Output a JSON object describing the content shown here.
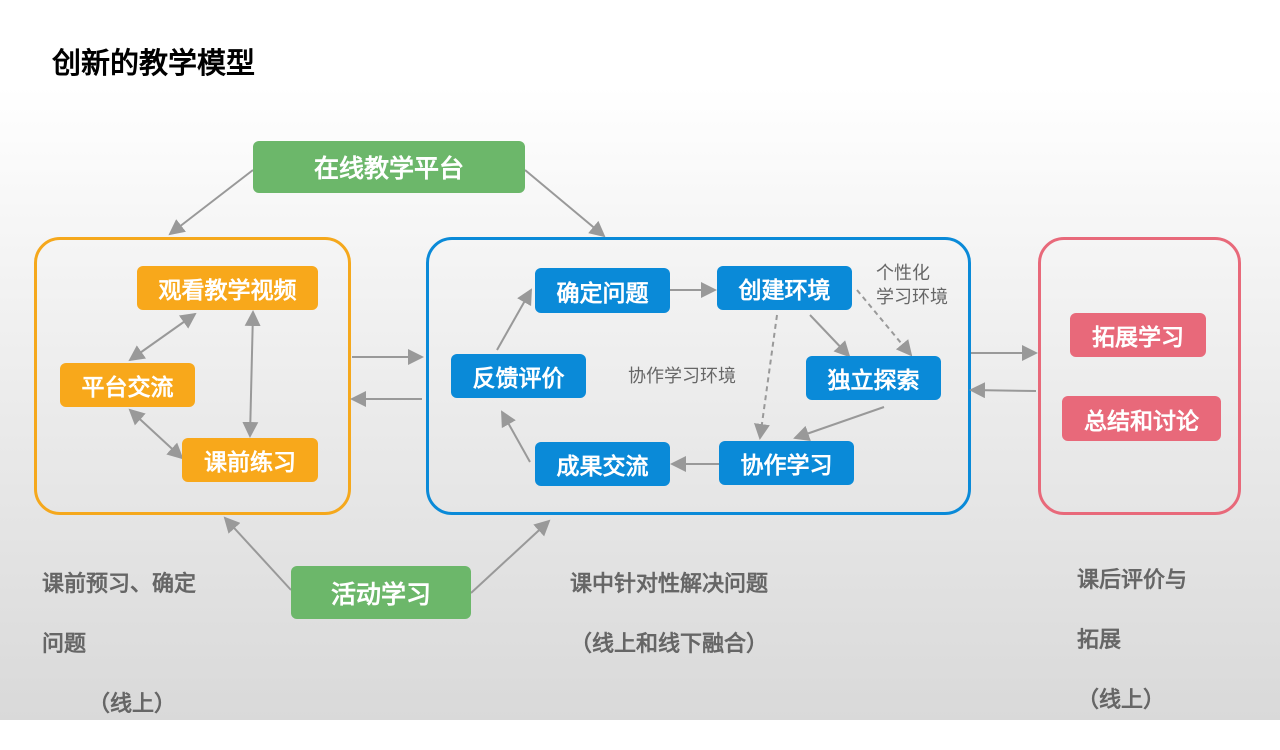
{
  "title": "创新的教学模型",
  "platform": "在线教学平台",
  "activity": "活动学习",
  "pre": {
    "items": [
      "观看教学视频",
      "平台交流",
      "课前练习"
    ],
    "caption": [
      "课前预习、确定",
      "问题",
      "（线上）"
    ]
  },
  "mid": {
    "items": [
      "确定问题",
      "创建环境",
      "反馈评价",
      "独立探索",
      "成果交流",
      "协作学习"
    ],
    "note_personal": [
      "个性化",
      "学习环境"
    ],
    "note_collab": "协作学习环境",
    "caption": [
      "课中针对性解决问题",
      "（线上和线下融合）"
    ]
  },
  "post": {
    "items": [
      "拓展学习",
      "总结和讨论"
    ],
    "caption": [
      "课后评价与",
      "拓展",
      "（线上）"
    ]
  },
  "colors": {
    "green": "#6cb76a",
    "orange": "#f8a81b",
    "blue": "#0a8ad8",
    "pink": "#e8697a"
  }
}
